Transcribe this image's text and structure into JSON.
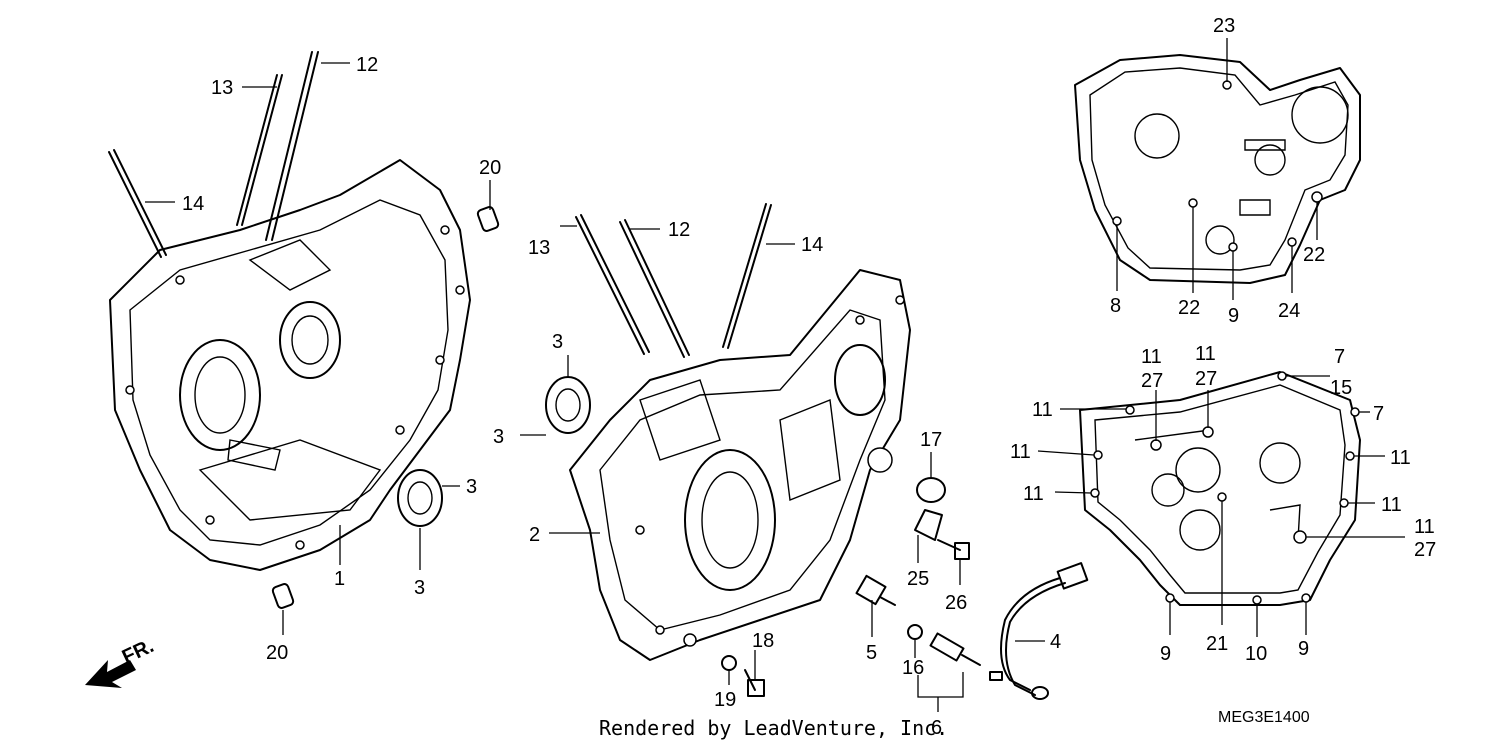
{
  "footer_text": "Rendered by LeadVenture, Inc.",
  "diagram_code": "MEG3E1400",
  "fr_label": "FR.",
  "callouts": [
    {
      "id": "c13a",
      "text": "13"
    },
    {
      "id": "c12a",
      "text": "12"
    },
    {
      "id": "c14a",
      "text": "14"
    },
    {
      "id": "c20a",
      "text": "20"
    },
    {
      "id": "c3a",
      "text": "3"
    },
    {
      "id": "c1",
      "text": "1"
    },
    {
      "id": "c3b",
      "text": "3"
    },
    {
      "id": "c20b",
      "text": "20"
    },
    {
      "id": "c13b",
      "text": "13"
    },
    {
      "id": "c12b",
      "text": "12"
    },
    {
      "id": "c14b",
      "text": "14"
    },
    {
      "id": "c3c",
      "text": "3"
    },
    {
      "id": "c3d",
      "text": "3"
    },
    {
      "id": "c2",
      "text": "2"
    },
    {
      "id": "c17",
      "text": "17"
    },
    {
      "id": "c25",
      "text": "25"
    },
    {
      "id": "c26",
      "text": "26"
    },
    {
      "id": "c5",
      "text": "5"
    },
    {
      "id": "c18",
      "text": "18"
    },
    {
      "id": "c19",
      "text": "19"
    },
    {
      "id": "c16",
      "text": "16"
    },
    {
      "id": "c6",
      "text": "6"
    },
    {
      "id": "c4",
      "text": "4"
    },
    {
      "id": "c23",
      "text": "23"
    },
    {
      "id": "c8",
      "text": "8"
    },
    {
      "id": "c22a",
      "text": "22"
    },
    {
      "id": "c9a",
      "text": "9"
    },
    {
      "id": "c24",
      "text": "24"
    },
    {
      "id": "c22b",
      "text": "22"
    },
    {
      "id": "c11a",
      "text": "11"
    },
    {
      "id": "c27a",
      "text": "27"
    },
    {
      "id": "c11b",
      "text": "11"
    },
    {
      "id": "c27b",
      "text": "27"
    },
    {
      "id": "c7a",
      "text": "7"
    },
    {
      "id": "c15",
      "text": "15"
    },
    {
      "id": "c7b",
      "text": "7"
    },
    {
      "id": "c11c",
      "text": "11"
    },
    {
      "id": "c11d",
      "text": "11"
    },
    {
      "id": "c11e",
      "text": "11"
    },
    {
      "id": "c11f",
      "text": "11"
    },
    {
      "id": "c11g",
      "text": "11"
    },
    {
      "id": "c11h",
      "text": "11"
    },
    {
      "id": "c27c",
      "text": "27"
    },
    {
      "id": "c9b",
      "text": "9"
    },
    {
      "id": "c21",
      "text": "21"
    },
    {
      "id": "c10",
      "text": "10"
    },
    {
      "id": "c9c",
      "text": "9"
    }
  ]
}
